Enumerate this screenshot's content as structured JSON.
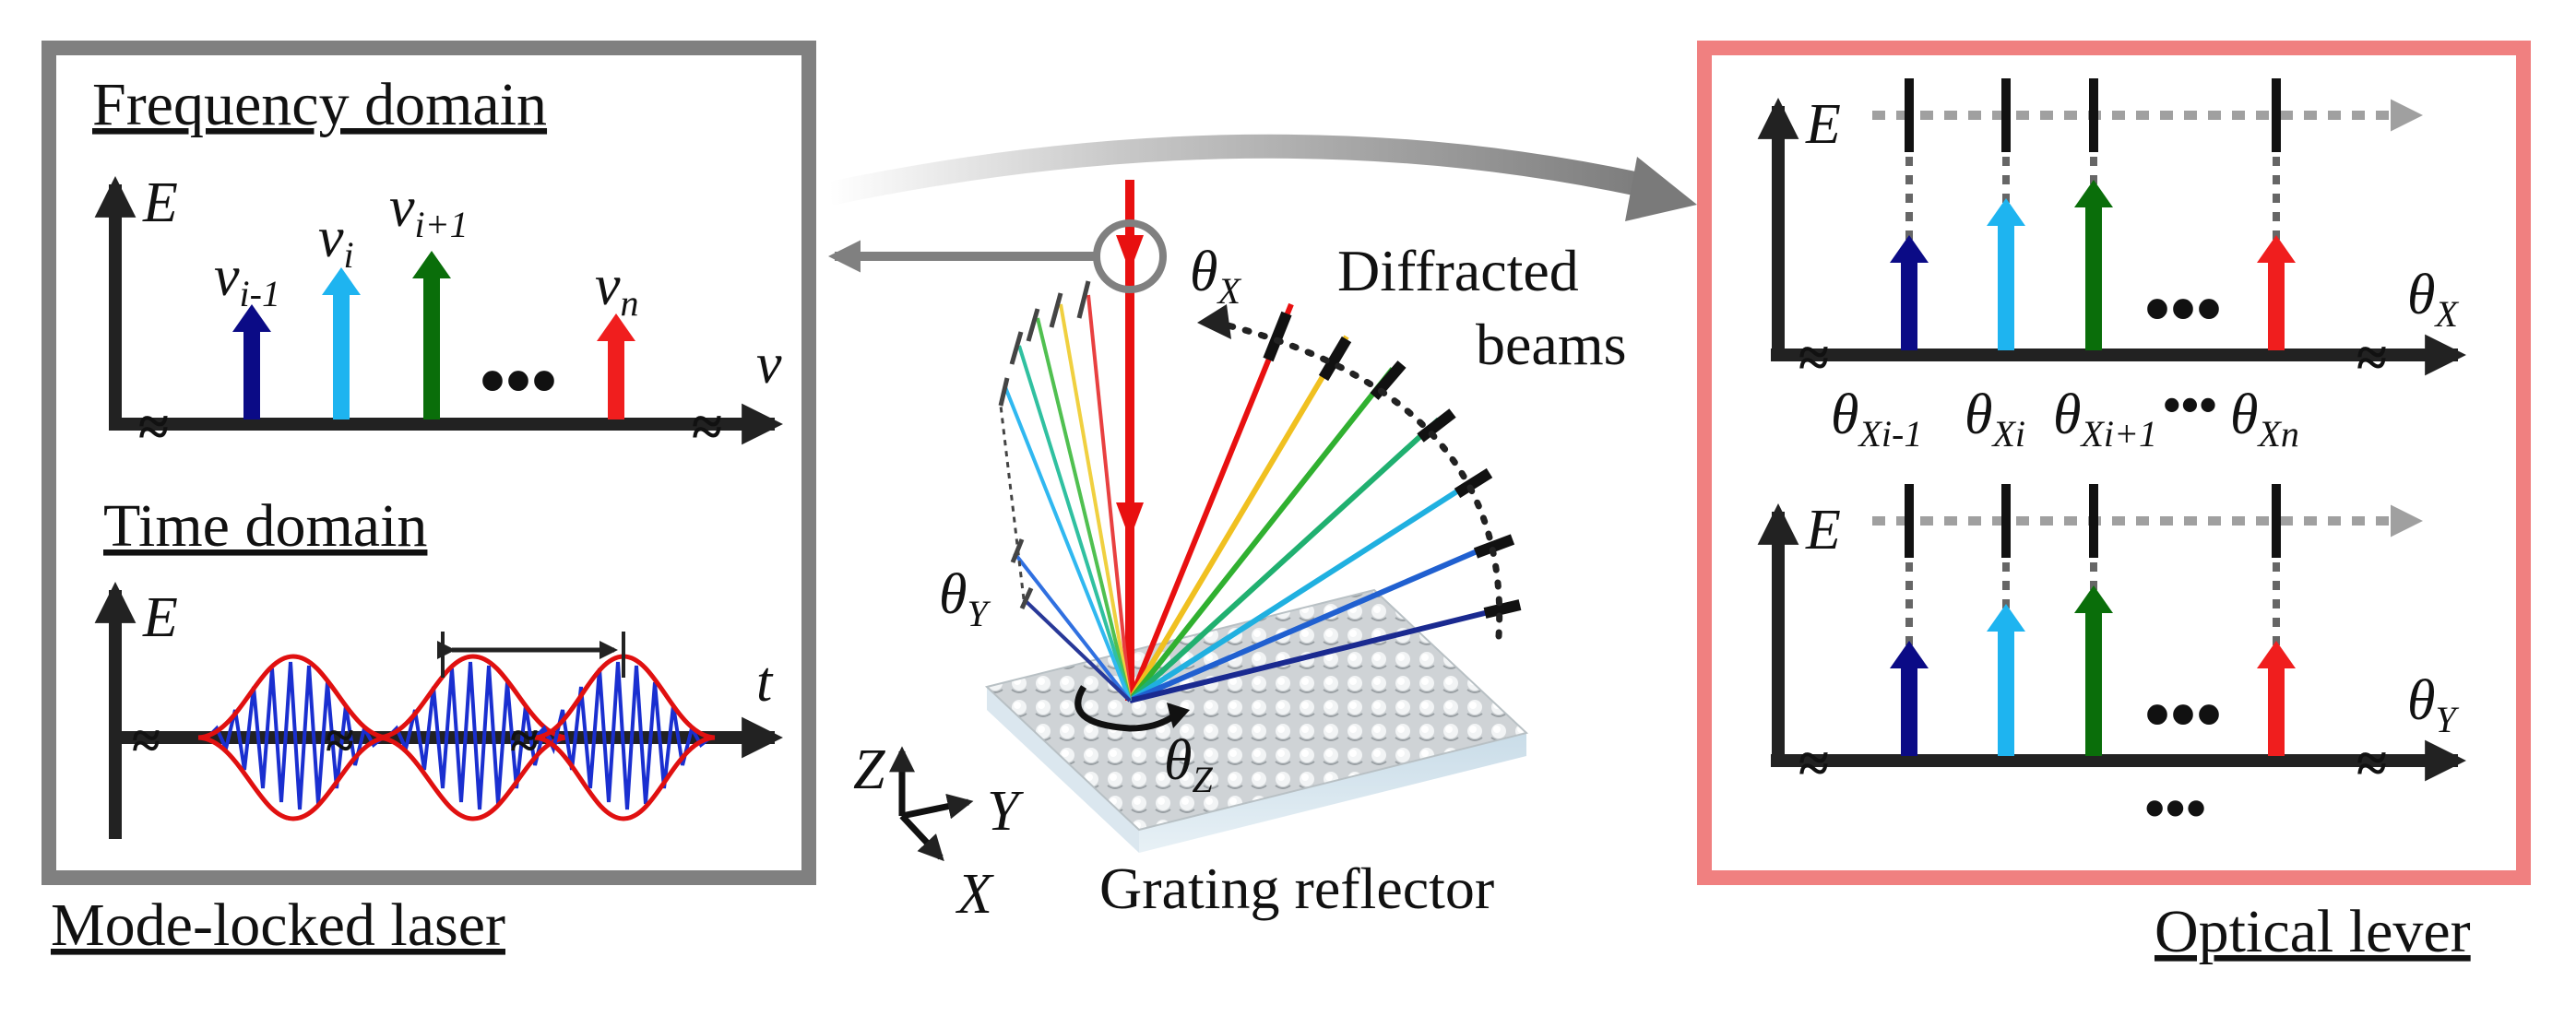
{
  "left_panel": {
    "frequency_title": "Frequency domain",
    "time_title": "Time domain",
    "freq_axis": {
      "y_label": "E",
      "x_label": "ν"
    },
    "time_axis": {
      "y_label": "E",
      "x_label": "t"
    },
    "modes": [
      {
        "sym": "ν",
        "sub": "i-1",
        "color": "#0b0b86"
      },
      {
        "sym": "ν",
        "sub": "i",
        "color": "#1eb4f0"
      },
      {
        "sym": "ν",
        "sub": "i+1",
        "color": "#0a6e0a"
      },
      {
        "sym": "ν",
        "sub": "n",
        "color": "#f01e1e"
      }
    ],
    "caption": "Mode-locked laser"
  },
  "center": {
    "theta_x": {
      "sym": "θ",
      "sub": "X"
    },
    "theta_y": {
      "sym": "θ",
      "sub": "Y"
    },
    "theta_z": {
      "sym": "θ",
      "sub": "Z"
    },
    "diffracted_label_line1": "Diffracted",
    "diffracted_label_line2": "beams",
    "axes": {
      "z": "Z",
      "y": "Y",
      "x": "X"
    },
    "caption": "Grating reflector"
  },
  "right_panel": {
    "top_axis": {
      "y_label": "E",
      "x_sym": "θ",
      "x_sub": "X"
    },
    "bottom_axis": {
      "y_label": "E",
      "x_sym": "θ",
      "x_sub": "Y"
    },
    "positions": [
      {
        "sym": "θ",
        "sub": "Xi-1"
      },
      {
        "sym": "θ",
        "sub": "Xi"
      },
      {
        "sym": "θ",
        "sub": "Xi+1"
      },
      {
        "sym": "θ",
        "sub": "Xn"
      }
    ],
    "caption": "Optical lever"
  },
  "colors": {
    "left_frame": "#808080",
    "right_frame": "#f08080",
    "mode_blue": "#0b0b86",
    "mode_cyan": "#1eb4f0",
    "mode_green": "#0a6e0a",
    "mode_red": "#f01e1e",
    "envelope": "#e01010",
    "carrier": "#1a2fd0"
  }
}
